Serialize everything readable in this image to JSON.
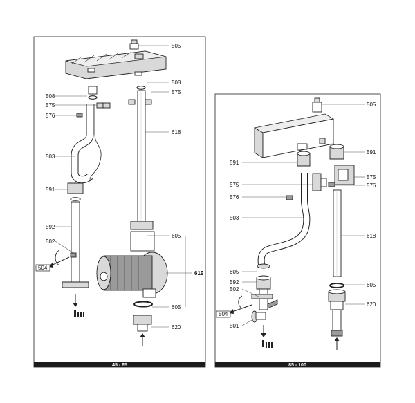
{
  "panels": [
    {
      "id": "left",
      "footer": "45 - 65",
      "labels": {
        "505": "505",
        "508a": "508",
        "508b": "508",
        "575a": "575",
        "575b": "575",
        "576": "576",
        "618": "618",
        "503": "503",
        "591": "591",
        "592": "592",
        "502": "502",
        "504": "504",
        "605a": "605",
        "619": "619",
        "605b": "605",
        "620": "620"
      }
    },
    {
      "id": "right",
      "footer": "85 - 100",
      "labels": {
        "505": "505",
        "591a": "591",
        "591b": "591",
        "575a": "575",
        "575b": "575",
        "576a": "576",
        "576b": "576",
        "503": "503",
        "618": "618",
        "605a": "605",
        "592": "592",
        "502": "502",
        "605b": "605",
        "504": "504",
        "620": "620",
        "501": "501"
      }
    }
  ]
}
